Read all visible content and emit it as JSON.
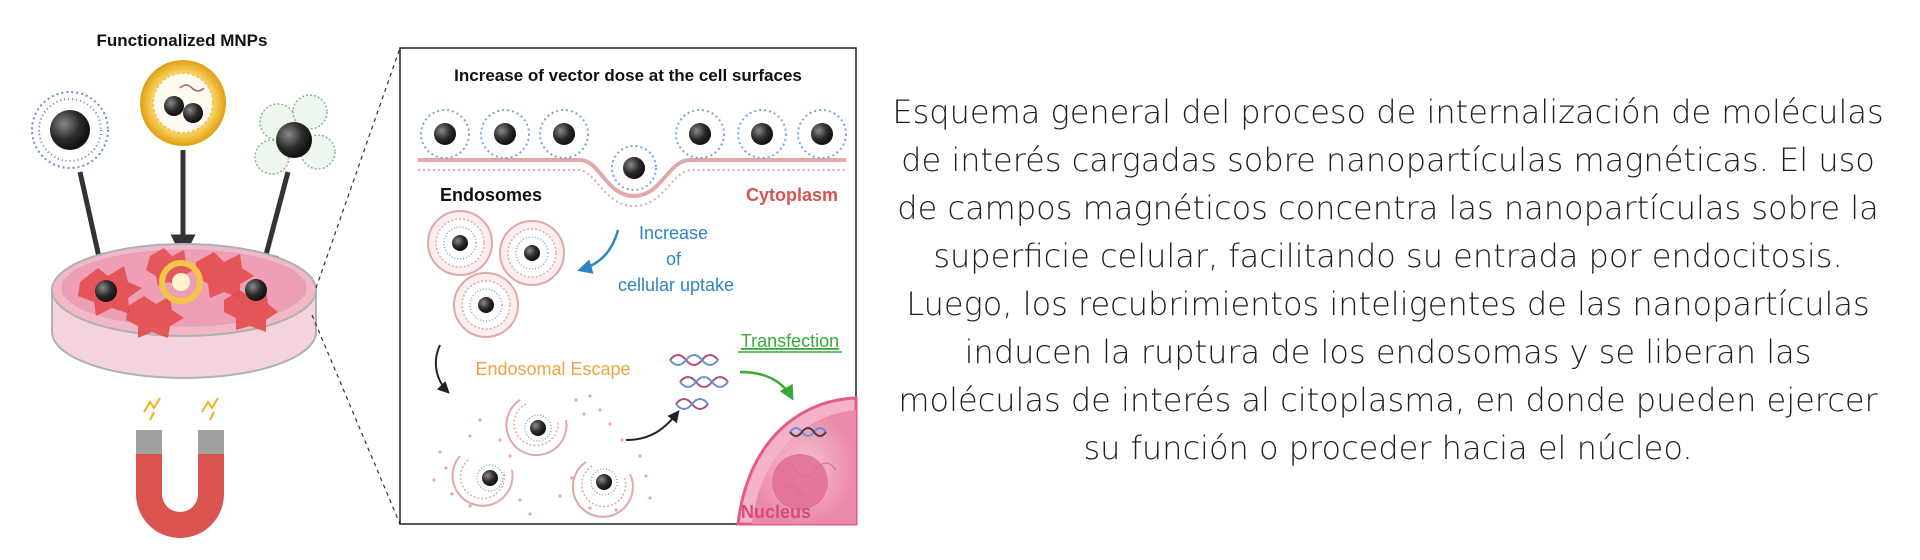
{
  "left_panel": {
    "title": "Functionalized MNPs"
  },
  "zoom_panel": {
    "title": "Increase of vector dose at the cell surfaces",
    "endosomes_label": "Endosomes",
    "cytoplasm_label": "Cytoplasm",
    "uptake_label_lines": [
      "Increase",
      "of",
      "cellular uptake"
    ],
    "escape_label": "Endosomal Escape",
    "transfection_label": "Transfection",
    "nucleus_label": "Nucleus"
  },
  "caption": {
    "text": "Esquema general del proceso de internalización de moléculas\nde interés cargadas sobre nanopartículas magnéticas. El uso\nde campos magnéticos concentra las nanopartículas sobre la\nsuperficie celular, facilitando su entrada por endocitosis.\nLuego, los recubrimientos inteligentes de las nanopartículas\ninducen la ruptura de los endosomas y se liberan las\nmoléculas de interés al citoplasma, en donde pueden ejercer\nsu función o proceder hacia el núcleo."
  },
  "colors": {
    "cytoplasm": "#d9534f",
    "uptake": "#2e86c1",
    "escape": "#f0a340",
    "transfection": "#3aa83a",
    "nucleus": "#d64d7a",
    "magnet": "#d9534f",
    "dish": "#f2b8c6"
  },
  "icons": [
    "nanoparticle-icon",
    "liposome-icon",
    "magnet-icon",
    "petri-dish-icon",
    "dna-icon",
    "arrow-icon"
  ]
}
